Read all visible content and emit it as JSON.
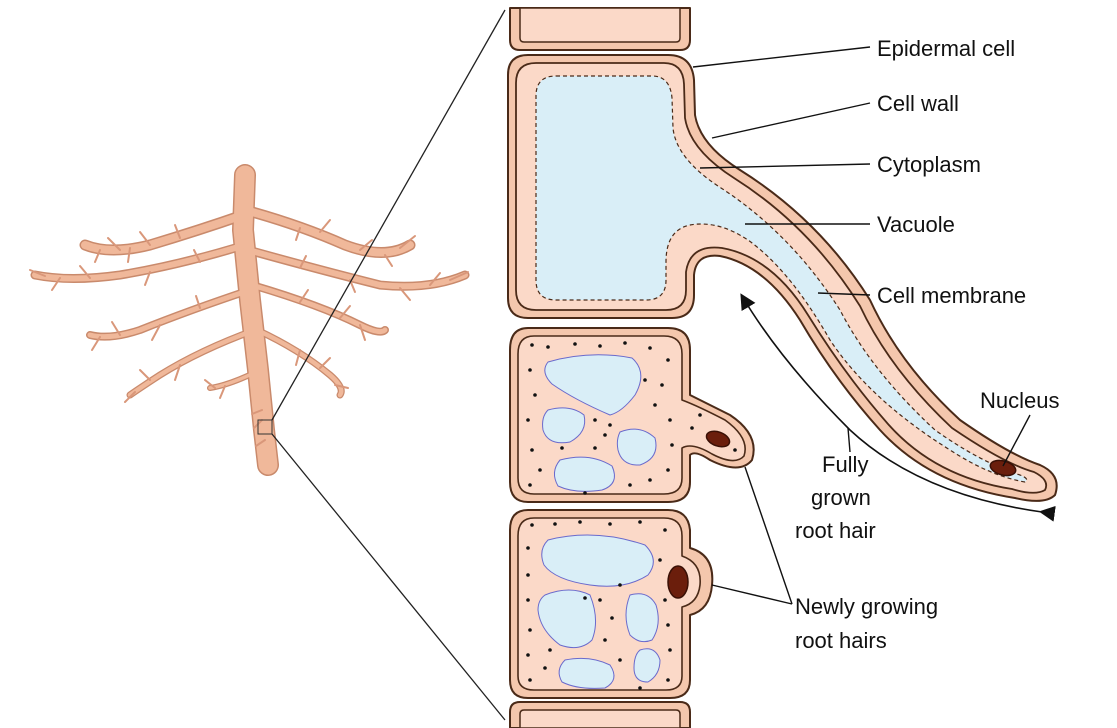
{
  "labels": {
    "epidermal_cell": "Epidermal cell",
    "cell_wall": "Cell wall",
    "cytoplasm": "Cytoplasm",
    "vacuole": "Vacuole",
    "cell_membrane": "Cell membrane",
    "nucleus": "Nucleus",
    "fully_grown_1": "Fully",
    "fully_grown_2": "grown",
    "fully_grown_3": "root hair",
    "newly_growing_1": "Newly growing",
    "newly_growing_2": "root hairs"
  },
  "colors": {
    "wall": "#f4c7ad",
    "cytoplasm": "#fbd9c8",
    "vacuole": "#d9eef7",
    "outline": "#4a2a18",
    "nucleus": "#6b1e0c",
    "root": "#f0b89a",
    "root_edge": "#c98a6c"
  }
}
